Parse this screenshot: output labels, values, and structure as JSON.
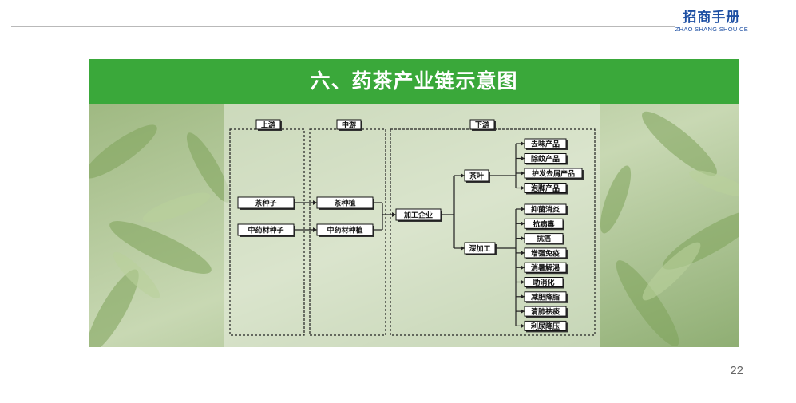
{
  "brand": {
    "cn": "招商手册",
    "en": "ZHAO SHANG SHOU CE"
  },
  "title": "六、药茶产业链示意图",
  "sections": {
    "upstream": "上游",
    "midstream": "中游",
    "downstream": "下游"
  },
  "upstream_items": [
    "茶种子",
    "中药材种子"
  ],
  "midstream_items": [
    "茶种植",
    "中药材种植"
  ],
  "processor": "加工企业",
  "branches": [
    {
      "label": "茶叶",
      "products": [
        "去味产品",
        "除蚊产品",
        "护发去屑产品",
        "泡脚产品"
      ]
    },
    {
      "label": "深加工",
      "products": [
        "抑菌消炎",
        "抗病毒",
        "抗癌",
        "增强免疫",
        "消暑解渴",
        "助消化",
        "减肥降脂",
        "清肺祛痰",
        "利尿降压"
      ]
    }
  ],
  "page_number": "22",
  "colors": {
    "banner": "#3aa83a",
    "brand": "#1d4fa3"
  }
}
